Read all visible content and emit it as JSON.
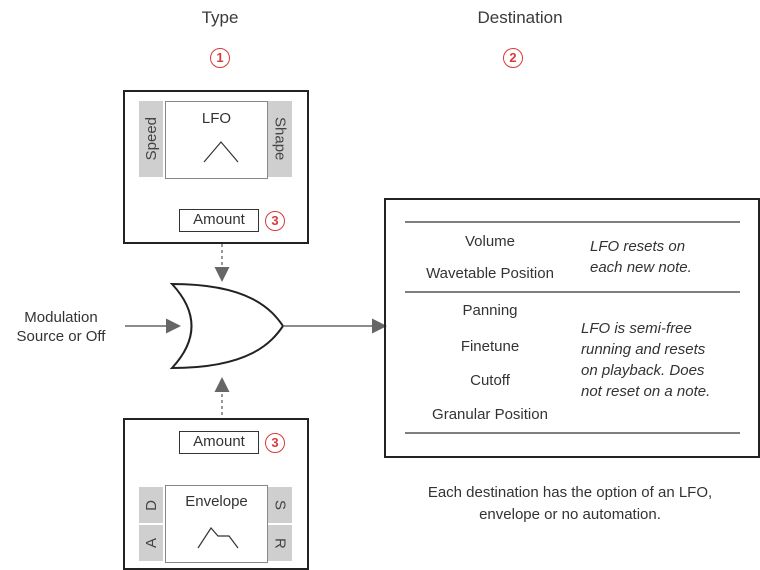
{
  "headers": {
    "type": "Type",
    "destination": "Destination"
  },
  "badges": {
    "type": "1",
    "destination": "2",
    "amount": "3"
  },
  "lfo_module": {
    "title": "LFO",
    "left_label": "Speed",
    "right_label": "Shape",
    "amount": "Amount"
  },
  "envelope_module": {
    "title": "Envelope",
    "left_top": "D",
    "left_bottom": "A",
    "right_top": "S",
    "right_bottom": "R",
    "amount": "Amount"
  },
  "source": {
    "line1": "Modulation",
    "line2": "Source or Off"
  },
  "destinations": {
    "reset_group": [
      "Volume",
      "Wavetable Position"
    ],
    "reset_note": [
      "LFO resets on",
      "each new note."
    ],
    "free_group": [
      "Panning",
      "Finetune",
      "Cutoff",
      "Granular Position"
    ],
    "free_note": [
      "LFO is semi-free",
      "running and resets",
      "on playback. Does",
      "not reset on a note."
    ]
  },
  "caption": {
    "line1": "Each destination has the option of an LFO,",
    "line2": "envelope or no automation."
  },
  "colors": {
    "badge": "#d93a3a",
    "side_panel": "#cfcfcf",
    "arrow": "#666666"
  }
}
